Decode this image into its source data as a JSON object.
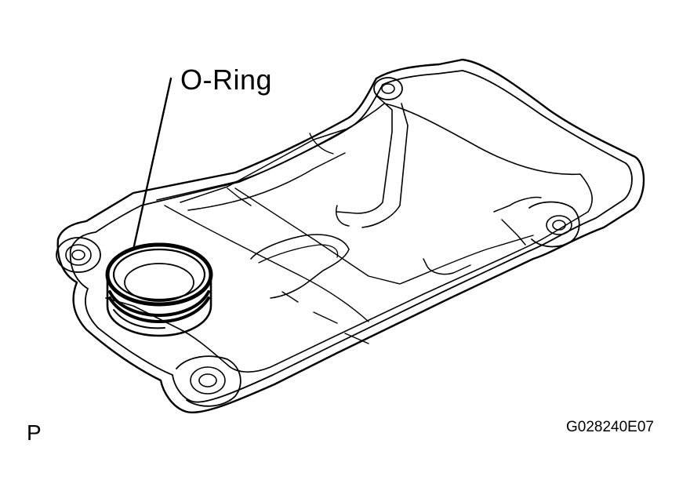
{
  "callout": {
    "label": "O-Ring"
  },
  "corner_code": "P",
  "figure_id": "G028240E07",
  "colors": {
    "ink": "#000000",
    "paper": "#ffffff"
  }
}
